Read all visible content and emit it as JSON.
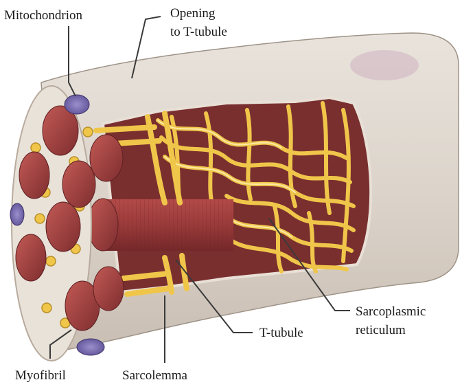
{
  "labels": {
    "mitochondrion": "Mitochondrion",
    "opening_line1": "Opening",
    "opening_line2": "to T-tubule",
    "sarcoplasmic_line1": "Sarcoplasmic",
    "sarcoplasmic_line2": "reticulum",
    "t_tubule": "T-tubule",
    "myofibril": "Myofibril",
    "sarcolemma": "Sarcolemma"
  },
  "colors": {
    "sarcolemma": "#ddd6ce",
    "myofibril": "#9c3d3d",
    "reticulum": "#f0c64a",
    "mitochondrion": "#7e6fb3",
    "background": "#ffffff"
  }
}
